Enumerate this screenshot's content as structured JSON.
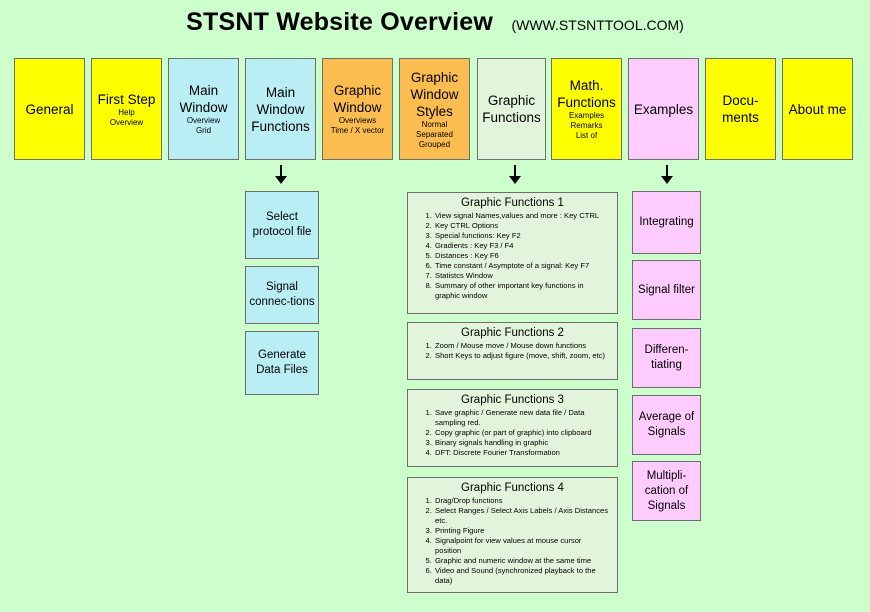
{
  "title": "STSNT Website Overview",
  "subtitle": "(WWW.STSNTTOOL.COM)",
  "nav": [
    {
      "label": "General",
      "sub": [],
      "color": "#ffff00"
    },
    {
      "label": "First Step",
      "sub": [
        "Help",
        "Overview"
      ],
      "color": "#ffff00"
    },
    {
      "label": "Main Window",
      "sub": [
        "Overview",
        "Grid"
      ],
      "color": "#b8eef4"
    },
    {
      "label": "Main Window Functions",
      "sub": [],
      "color": "#b8eef4"
    },
    {
      "label": "Graphic Window",
      "sub": [
        "Overviews",
        "Time / X vector"
      ],
      "color": "#fbbd4f"
    },
    {
      "label": "Graphic Window Styles",
      "sub": [
        "Normal",
        "Separated",
        "Grouped"
      ],
      "color": "#fbbd4f"
    },
    {
      "label": "Graphic Functions",
      "sub": [],
      "color": "#e3f4dc"
    },
    {
      "label": "Math. Functions",
      "sub": [
        "Examples",
        "Remarks",
        "List of"
      ],
      "color": "#ffff00"
    },
    {
      "label": "Examples",
      "sub": [],
      "color": "#ffccff"
    },
    {
      "label": "Docu-ments",
      "sub": [],
      "color": "#ffff00"
    },
    {
      "label": "About me",
      "sub": [],
      "color": "#ffff00"
    }
  ],
  "main_window_functions": [
    "Select protocol file",
    "Signal connec-tions",
    "Generate Data Files"
  ],
  "graphic_functions": [
    {
      "title": "Graphic Functions 1",
      "items": [
        "View signal Names,values and more : Key CTRL",
        "Key CTRL Options",
        "Special functions: Key F2",
        "Gradients : Key F3 / F4",
        "Distances : Key F6",
        "Time constant / Asymptote of a signal: Key F7",
        "Statistcs Window",
        "Summary of other important key functions in graphic window"
      ]
    },
    {
      "title": "Graphic Functions 2",
      "items": [
        "Zoom / Mouse move / Mouse down functions",
        "Short Keys to adjust figure (move, shift, zoom, etc)"
      ]
    },
    {
      "title": "Graphic Functions 3",
      "items": [
        "Save graphic / Generate new data file / Data sampling red.",
        "Copy graphic (or part of graphic) into clipboard",
        "Binary signals handling in graphic",
        "DFT:  Discrete Fourier Transformation"
      ]
    },
    {
      "title": "Graphic Functions 4",
      "items": [
        "Drag/Drop functions",
        "Select Ranges / Select Axis Labels / Axis Distances etc.",
        "Printing Figure",
        "Signalpoint for view values at mouse cursor position",
        "Graphic and numeric window at the same time",
        "Video and Sound (synchronized playback to the data)"
      ]
    }
  ],
  "examples": [
    "Integrating",
    "Signal filter",
    "Differen-tiating",
    "Average of Signals",
    "Multipli-cation of Signals"
  ]
}
